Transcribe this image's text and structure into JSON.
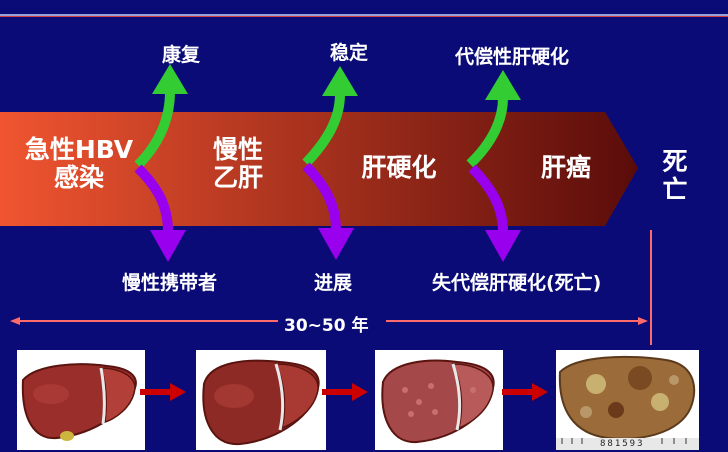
{
  "stages": [
    {
      "line1": "急性HBV",
      "line2": "感染"
    },
    {
      "line1": "慢性",
      "line2": "乙肝"
    },
    {
      "line1": "肝硬化",
      "line2": ""
    },
    {
      "line1": "肝癌",
      "line2": ""
    }
  ],
  "up_outcomes": [
    "康复",
    "稳定",
    "代偿性肝硬化"
  ],
  "down_outcomes": [
    "慢性携带者",
    "进展",
    "失代偿肝硬化(死亡)"
  ],
  "death": {
    "char1": "死",
    "char2": "亡"
  },
  "duration": "30~50 年",
  "specimen_label": "881593",
  "colors": {
    "background": "#0b0b78",
    "band_start": "#f05530",
    "band_end": "#5a0c0a",
    "up_arrow": "#33cc33",
    "down_arrow": "#9900ee",
    "timeline": "#ff6a6a",
    "small_arrow": "#cc0000"
  }
}
